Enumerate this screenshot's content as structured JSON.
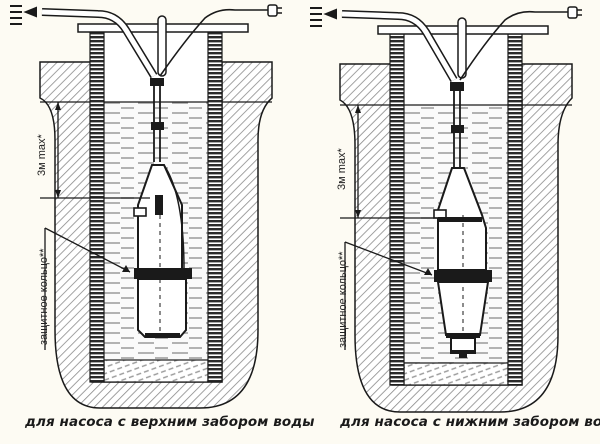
{
  "figure": {
    "panels": [
      {
        "id": "top-intake",
        "caption": "для насоса с верхним забором воды",
        "depth_label": "3м max*",
        "ring_label": "защитное кольцо**"
      },
      {
        "id": "bottom-intake",
        "caption": "для насоса с нижним забором воды",
        "depth_label": "3м max*",
        "ring_label": "защитное кольцо**"
      }
    ],
    "colors": {
      "background": "#fdfbf3",
      "line": "#1a1a1a",
      "hatch": "#888888",
      "water": "#f2f2f2",
      "water_dash": "#999999"
    }
  }
}
